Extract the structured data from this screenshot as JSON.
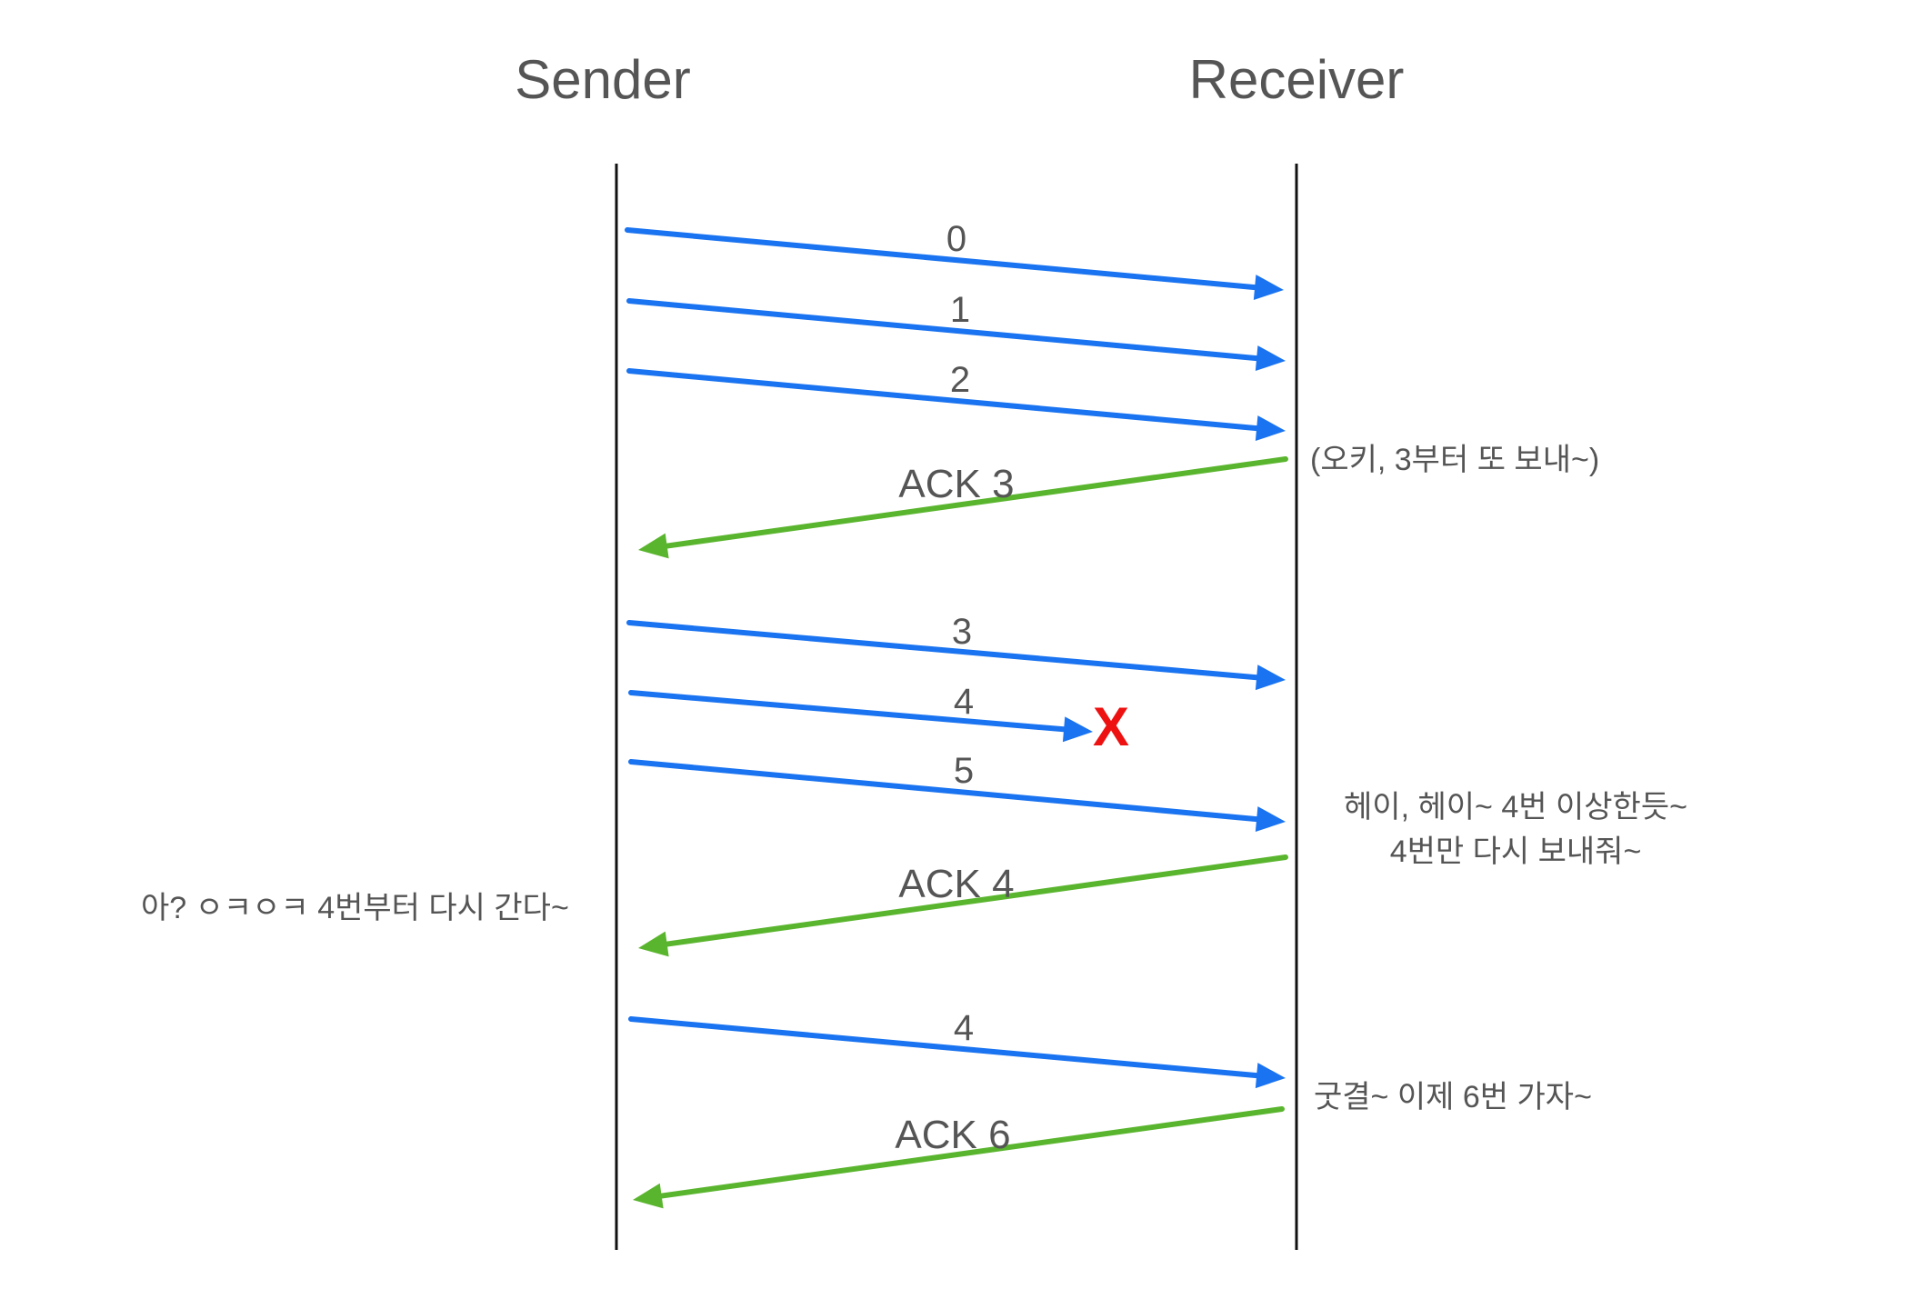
{
  "colors": {
    "data_arrow": "#1a73f0",
    "ack_arrow": "#5ab52e",
    "lost_mark": "#ee1111",
    "lifeline": "#111111",
    "text": "#555555"
  },
  "participants": {
    "sender": "Sender",
    "receiver": "Receiver"
  },
  "messages": [
    {
      "label": "0",
      "kind": "data",
      "direction": "sender-to-receiver"
    },
    {
      "label": "1",
      "kind": "data",
      "direction": "sender-to-receiver"
    },
    {
      "label": "2",
      "kind": "data",
      "direction": "sender-to-receiver"
    },
    {
      "label": "ACK 3",
      "kind": "ack",
      "direction": "receiver-to-sender"
    },
    {
      "label": "3",
      "kind": "data",
      "direction": "sender-to-receiver"
    },
    {
      "label": "4",
      "kind": "data",
      "direction": "sender-to-receiver",
      "lost": true
    },
    {
      "label": "5",
      "kind": "data",
      "direction": "sender-to-receiver"
    },
    {
      "label": "ACK 4",
      "kind": "ack",
      "direction": "receiver-to-sender"
    },
    {
      "label": "4",
      "kind": "data",
      "direction": "sender-to-receiver"
    },
    {
      "label": "ACK 6",
      "kind": "ack",
      "direction": "receiver-to-sender"
    }
  ],
  "lost_marker": "X",
  "notes": {
    "receiver_ack3": "(오키, 3부터 또 보내~)",
    "receiver_ack4_line1": "헤이, 헤이~ 4번 이상한듯~",
    "receiver_ack4_line2": "4번만 다시 보내줘~",
    "sender_retransmit": "아? ㅇㅋㅇㅋ 4번부터 다시 간다~",
    "receiver_ack6": "굿결~ 이제 6번 가자~"
  }
}
